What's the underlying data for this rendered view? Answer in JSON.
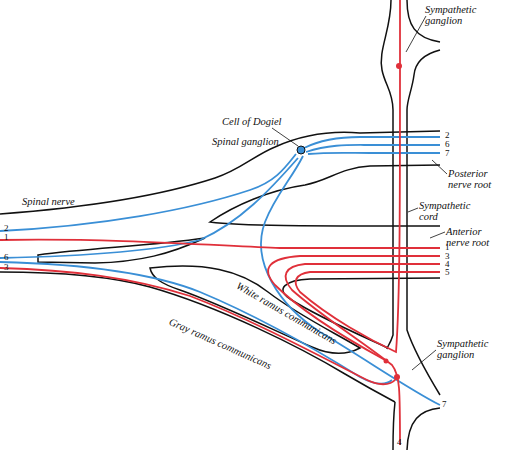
{
  "diagram": {
    "labels": [
      "Sympathetic ganglion",
      "Cell of Dogiel",
      "Spinal ganglion",
      "Posterior nerve root",
      "Spinal nerve",
      "Sympathetic cord",
      "Anterior nerve root",
      "White ramus communicans",
      "Gray ramus communicans",
      "Sympathetic ganglion",
      "2",
      "6",
      "7",
      "2",
      "1",
      "6",
      "3",
      "1",
      "3",
      "4",
      "5",
      "7",
      "4"
    ]
  }
}
